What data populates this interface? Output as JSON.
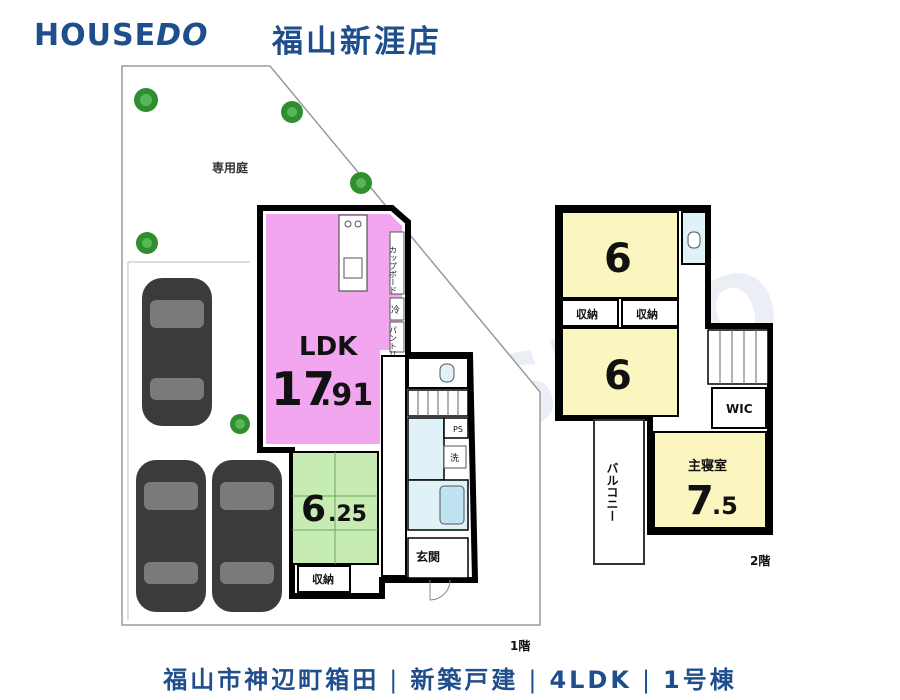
{
  "header": {
    "logo_house": "HOUSE",
    "logo_do": "DO",
    "store_name": "福山新涯店"
  },
  "watermark": "HOUSEDO",
  "floor1": {
    "label": "1階",
    "garden": "専用庭",
    "ldk_label": "LDK",
    "ldk_size_main": "17",
    "ldk_size_frac": ".91",
    "washitsu_main": "6",
    "washitsu_frac": ".25",
    "storage": "収納",
    "entrance": "玄関",
    "cupboard": "カップボード",
    "fridge": "冷",
    "pantry": "パントリー",
    "laundry": "洗",
    "ps": "PS"
  },
  "floor2": {
    "label": "2階",
    "room1_size": "6",
    "room2_size": "6",
    "storage_left": "収納",
    "storage_right": "収納",
    "wic": "WIC",
    "master_label": "主寝室",
    "master_main": "7",
    "master_frac": ".5",
    "balcony": "バルコニー"
  },
  "footer": {
    "location": "福山市神辺町箱田",
    "type": "新築戸建",
    "layout": "4LDK",
    "building": "1号棟"
  },
  "colors": {
    "brand": "#1f4e8c",
    "ldk": "#f2a6f0",
    "washitsu": "#c6ecb4",
    "bedroom": "#fbf5bf",
    "wet_area": "#dff2f8",
    "tree": "#2f8f2f"
  }
}
